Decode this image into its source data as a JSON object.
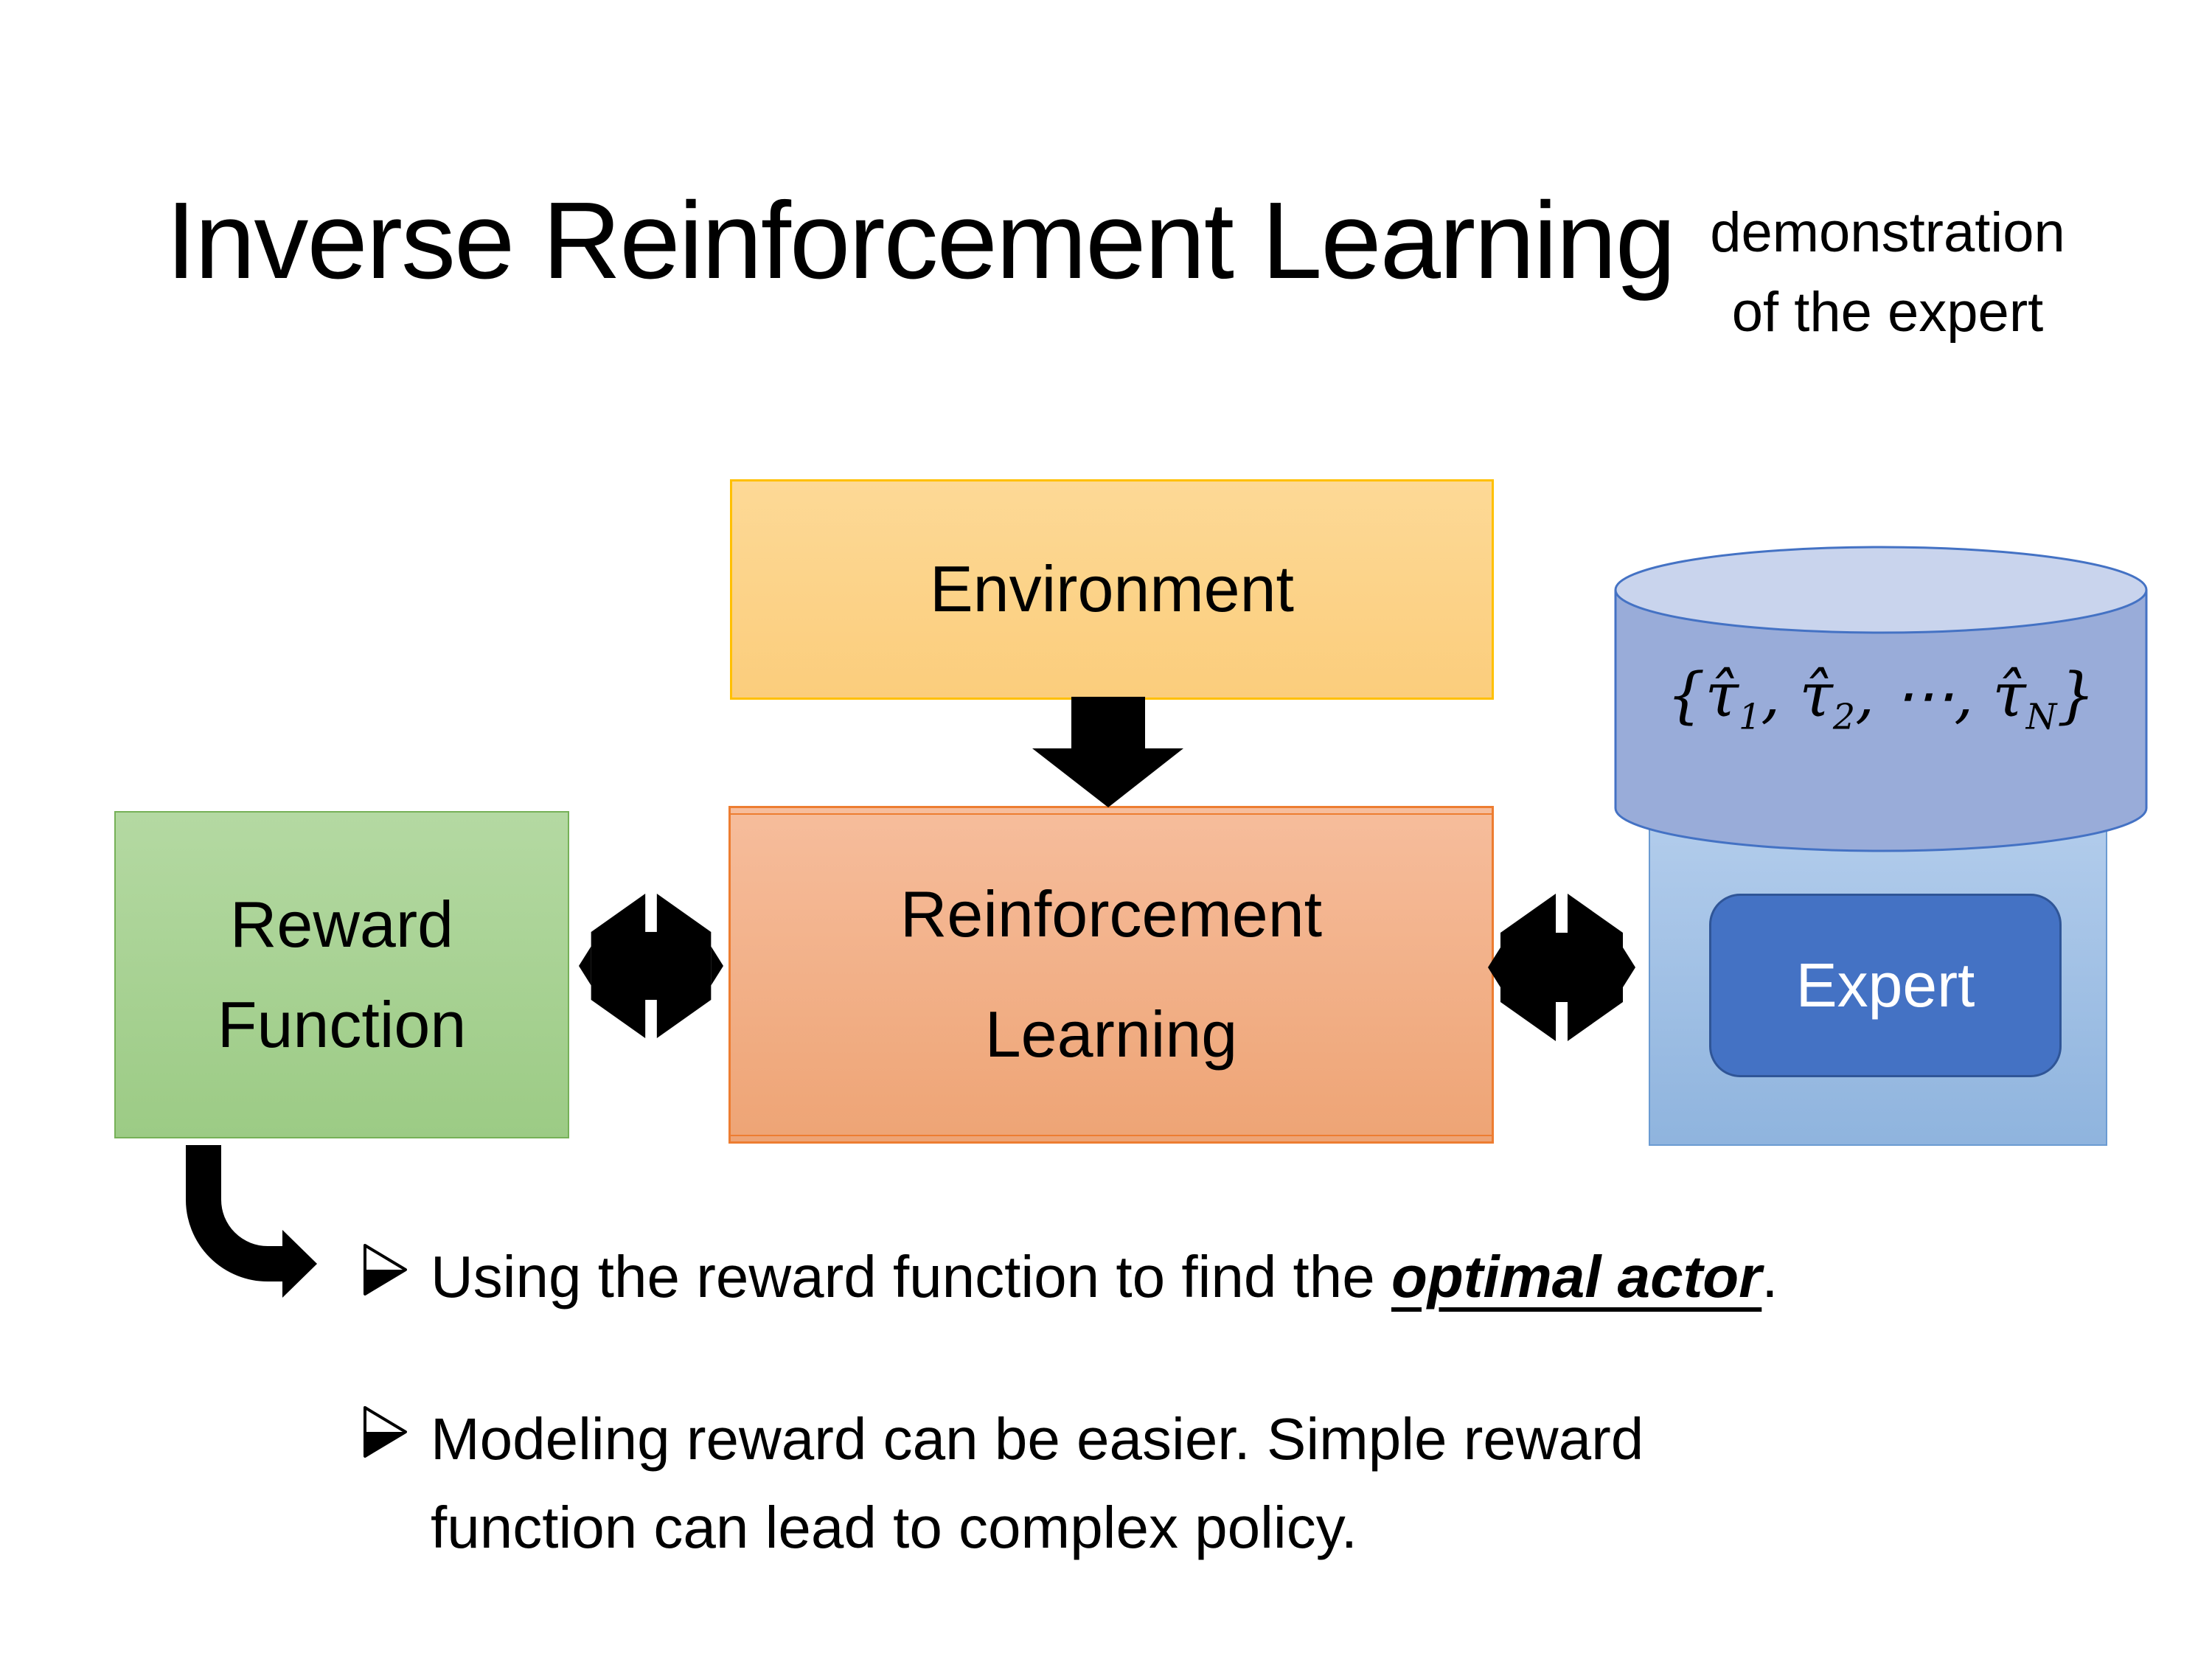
{
  "slide": {
    "title": "Inverse Reinforcement Learning",
    "demo_caption": {
      "line1": "demonstration",
      "line2": "of the expert"
    },
    "diagram": {
      "environment_label": "Environment",
      "reward_label_line1": "Reward",
      "reward_label_line2": "Function",
      "rl_label_line1": "Reinforcement",
      "rl_label_line2": "Learning",
      "expert_label": "Expert",
      "trajectory_set": {
        "open": "{",
        "tau_hat": "τ̂",
        "sub1": "1",
        "sub2": "2",
        "subN": "N",
        "comma": ", ",
        "dots": "⋯",
        "close": "}"
      }
    },
    "bullets": [
      {
        "prefix": "Using the reward function to find the ",
        "emphasis": "optimal actor",
        "suffix": "."
      },
      {
        "text": "Modeling reward can be easier. Simple reward function can lead to complex policy."
      }
    ],
    "colors": {
      "background": "#FFFFFF",
      "text": "#000000",
      "arrow": "#000000",
      "environment_fill_top": "#FDD996",
      "environment_fill_bottom": "#FBCD7C",
      "environment_border": "#FFC000",
      "reward_fill_top": "#B4D9A2",
      "reward_fill_bottom": "#9CCB85",
      "reward_border": "#76B158",
      "rl_fill_top": "#F6BD9C",
      "rl_fill_bottom": "#EEA475",
      "rl_border": "#ED7D31",
      "expert_panel_fill_top": "#B3CDEC",
      "expert_panel_fill_bottom": "#8FB4DE",
      "expert_panel_border": "#6B9BD2",
      "cylinder_fill": "#99ACD9",
      "cylinder_top_fill": "#C9D4ED",
      "cylinder_border": "#4472C4",
      "expert_fill": "#4472C4",
      "expert_border": "#2F5597",
      "expert_text": "#FFFFFF"
    }
  }
}
